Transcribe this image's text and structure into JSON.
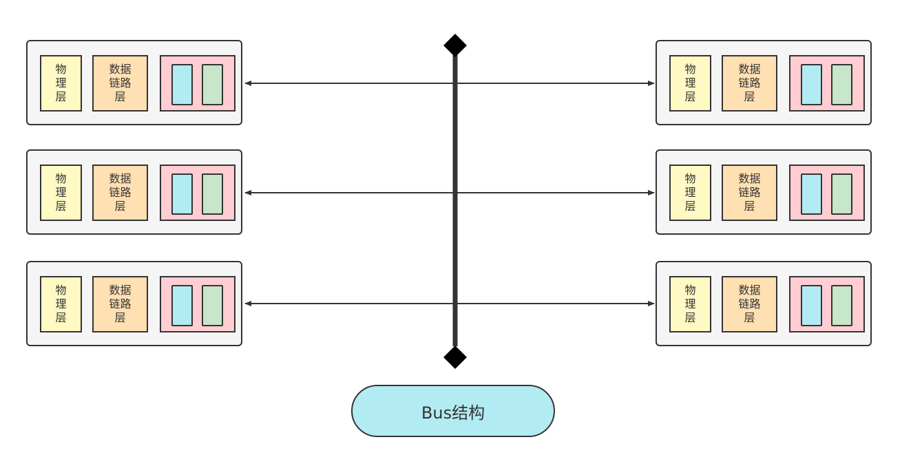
{
  "colors": {
    "node_bg": "#f5f5f5",
    "physical": "#fff9c4",
    "datalink": "#ffe0b2",
    "app": "#ffcdd2",
    "slot_a": "#b2ebf2",
    "slot_b": "#c8e6c9",
    "bus_label_bg": "#b2ebf2",
    "line": "#333333"
  },
  "nodes": [
    {
      "physical_label": "物\n理\n层",
      "datalink_label": "数据\n链路\n层"
    },
    {
      "physical_label": "物\n理\n层",
      "datalink_label": "数据\n链路\n层"
    },
    {
      "physical_label": "物\n理\n层",
      "datalink_label": "数据\n链路\n层"
    },
    {
      "physical_label": "物\n理\n层",
      "datalink_label": "数据\n链路\n层"
    },
    {
      "physical_label": "物\n理\n层",
      "datalink_label": "数据\n链路\n层"
    },
    {
      "physical_label": "物\n理\n层",
      "datalink_label": "数据\n链路\n层"
    }
  ],
  "bus": {
    "label": "Bus结构"
  }
}
